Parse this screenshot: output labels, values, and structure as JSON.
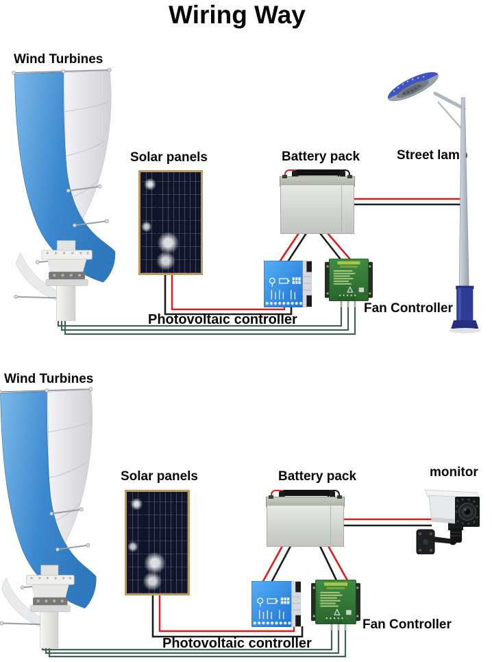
{
  "title": "Wiring Way",
  "sections": {
    "street_lamp_system": {
      "labels": {
        "wind_turbines": "Wind Turbines",
        "solar_panels": "Solar panels",
        "battery_pack": "Battery pack",
        "street_lamp": "Street lamp",
        "photovoltaic_controller": "Photovoltaic controller",
        "fan_controller": "Fan Controller"
      },
      "connections": [
        {
          "from": "Solar panels",
          "to": "Photovoltaic controller",
          "wires": "red positive + black negative"
        },
        {
          "from": "Battery pack",
          "to": "Photovoltaic controller",
          "wires": "red positive + black negative"
        },
        {
          "from": "Battery pack",
          "to": "Fan Controller",
          "wires": "red positive + black negative"
        },
        {
          "from": "Battery pack",
          "to": "Street lamp",
          "wires": "red positive + black negative"
        },
        {
          "from": "Wind Turbines",
          "to": "Fan Controller",
          "wires": "three turbine phase wires"
        }
      ]
    },
    "monitor_system": {
      "labels": {
        "wind_turbines": "Wind Turbines",
        "solar_panels": "Solar panels",
        "battery_pack": "Battery pack",
        "monitor": "monitor",
        "photovoltaic_controller": "Photovoltaic controller",
        "fan_controller": "Fan Controller"
      },
      "connections": [
        {
          "from": "Solar panels",
          "to": "Photovoltaic controller",
          "wires": "red positive + black negative"
        },
        {
          "from": "Battery pack",
          "to": "Photovoltaic controller",
          "wires": "red positive + black negative"
        },
        {
          "from": "Battery pack",
          "to": "Fan Controller",
          "wires": "red positive + black negative"
        },
        {
          "from": "Battery pack",
          "to": "monitor",
          "wires": "red positive + black negative"
        },
        {
          "from": "Wind Turbines",
          "to": "Fan Controller",
          "wires": "three turbine phase wires"
        }
      ]
    }
  },
  "colors": {
    "wire_positive": "#e01a1a",
    "wire_negative": "#1b1b1b",
    "wire_turbine_phase": "#3f5f58",
    "pv_controller_face": "#2b8fe8",
    "fan_controller_pcb": "#357a38",
    "street_lamp_base": "#2e3d96",
    "turbine_blade_blue": "#4a93d8",
    "solar_frame": "#bd9a5f"
  },
  "icons": {
    "pv_controller": [
      "lamp-icon",
      "battery-icon",
      "solar-panel-icon"
    ]
  }
}
